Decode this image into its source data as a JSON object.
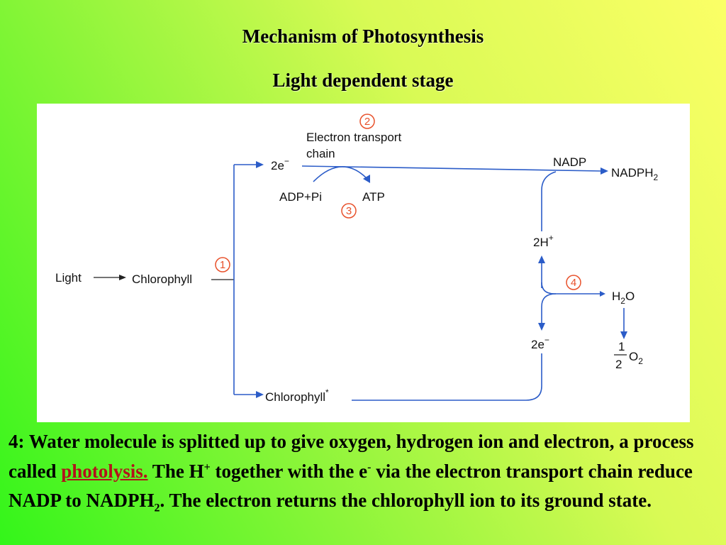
{
  "slide": {
    "title": "Mechanism of Photosynthesis",
    "subtitle": "Light dependent stage"
  },
  "diagram": {
    "light": "Light",
    "chlorophyll": "Chlorophyll",
    "chlorophyll_excited": "Chlorophyll",
    "chlorophyll_excited_sup": "*",
    "two_e_top": "2e",
    "two_e_top_sup": "−",
    "etc_line1": "Electron transport",
    "etc_line2": "chain",
    "adp": "ADP+Pi",
    "atp": "ATP",
    "nadp": "NADP",
    "nadph": "NADPH",
    "nadph_sub": "2",
    "two_h": "2H",
    "two_h_sup": "+",
    "two_e_bottom": "2e",
    "two_e_bottom_sup": "−",
    "h2o_h": "H",
    "h2o_sub": "2",
    "h2o_o": "O",
    "half_num": "1",
    "half_den": "2",
    "o2_o": "O",
    "o2_sub": "2",
    "step1": "1",
    "step2": "2",
    "step3": "3",
    "step4": "4"
  },
  "paragraph": {
    "p1": "4: Water molecule is splitted up to give oxygen, hydrogen ion and electron, a process called ",
    "highlight": "photolysis.",
    "p2": " The H",
    "sup1": "+",
    "p3": " together with the e",
    "sup2": "-",
    "p4": " via the electron transport chain reduce NADP to NADPH",
    "sub1": "2",
    "p5": ". The electron returns the chlorophyll ion to its ground state."
  },
  "colors": {
    "arrow": "#2b5cc8",
    "step_marker": "#e8512b",
    "highlight": "#b3121b"
  }
}
